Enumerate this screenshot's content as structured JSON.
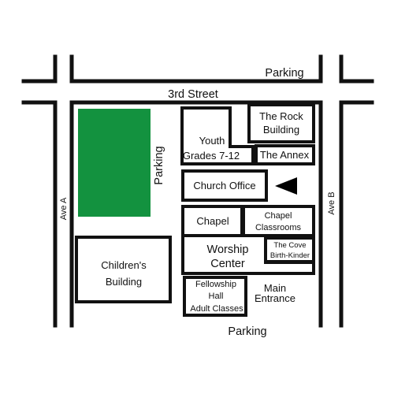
{
  "map": {
    "streets": {
      "top": "3rd Street",
      "left": "Ave A",
      "right": "Ave B"
    },
    "parking": {
      "top": "Parking",
      "side": "Parking",
      "bottom": "Parking"
    },
    "buildings": {
      "youth": {
        "line1": "Youth",
        "line2": "Grades 7-12"
      },
      "rock": {
        "line1": "The Rock",
        "line2": "Building"
      },
      "annex": "The Annex",
      "church_office": "Church Office",
      "chapel": "Chapel",
      "chapel_classrooms": {
        "line1": "Chapel",
        "line2": "Classrooms"
      },
      "worship_center": {
        "line1": "Worship",
        "line2": "Center"
      },
      "cove": {
        "line1": "The Cove",
        "line2": "Birth-Kinder"
      },
      "childrens_building": {
        "line1": "Children's",
        "line2": "Building"
      },
      "fellowship_hall": {
        "line1": "Fellowship",
        "line2": "Hall",
        "line3": "Adult Classes"
      }
    },
    "main_entrance": {
      "line1": "Main",
      "line2": "Entrance"
    },
    "colors": {
      "lines": "#111111",
      "green_area": "#13923f",
      "background": "#ffffff",
      "arrow": "#000000"
    },
    "icons": {
      "you_are_here": "left-pointing-triangle"
    }
  }
}
